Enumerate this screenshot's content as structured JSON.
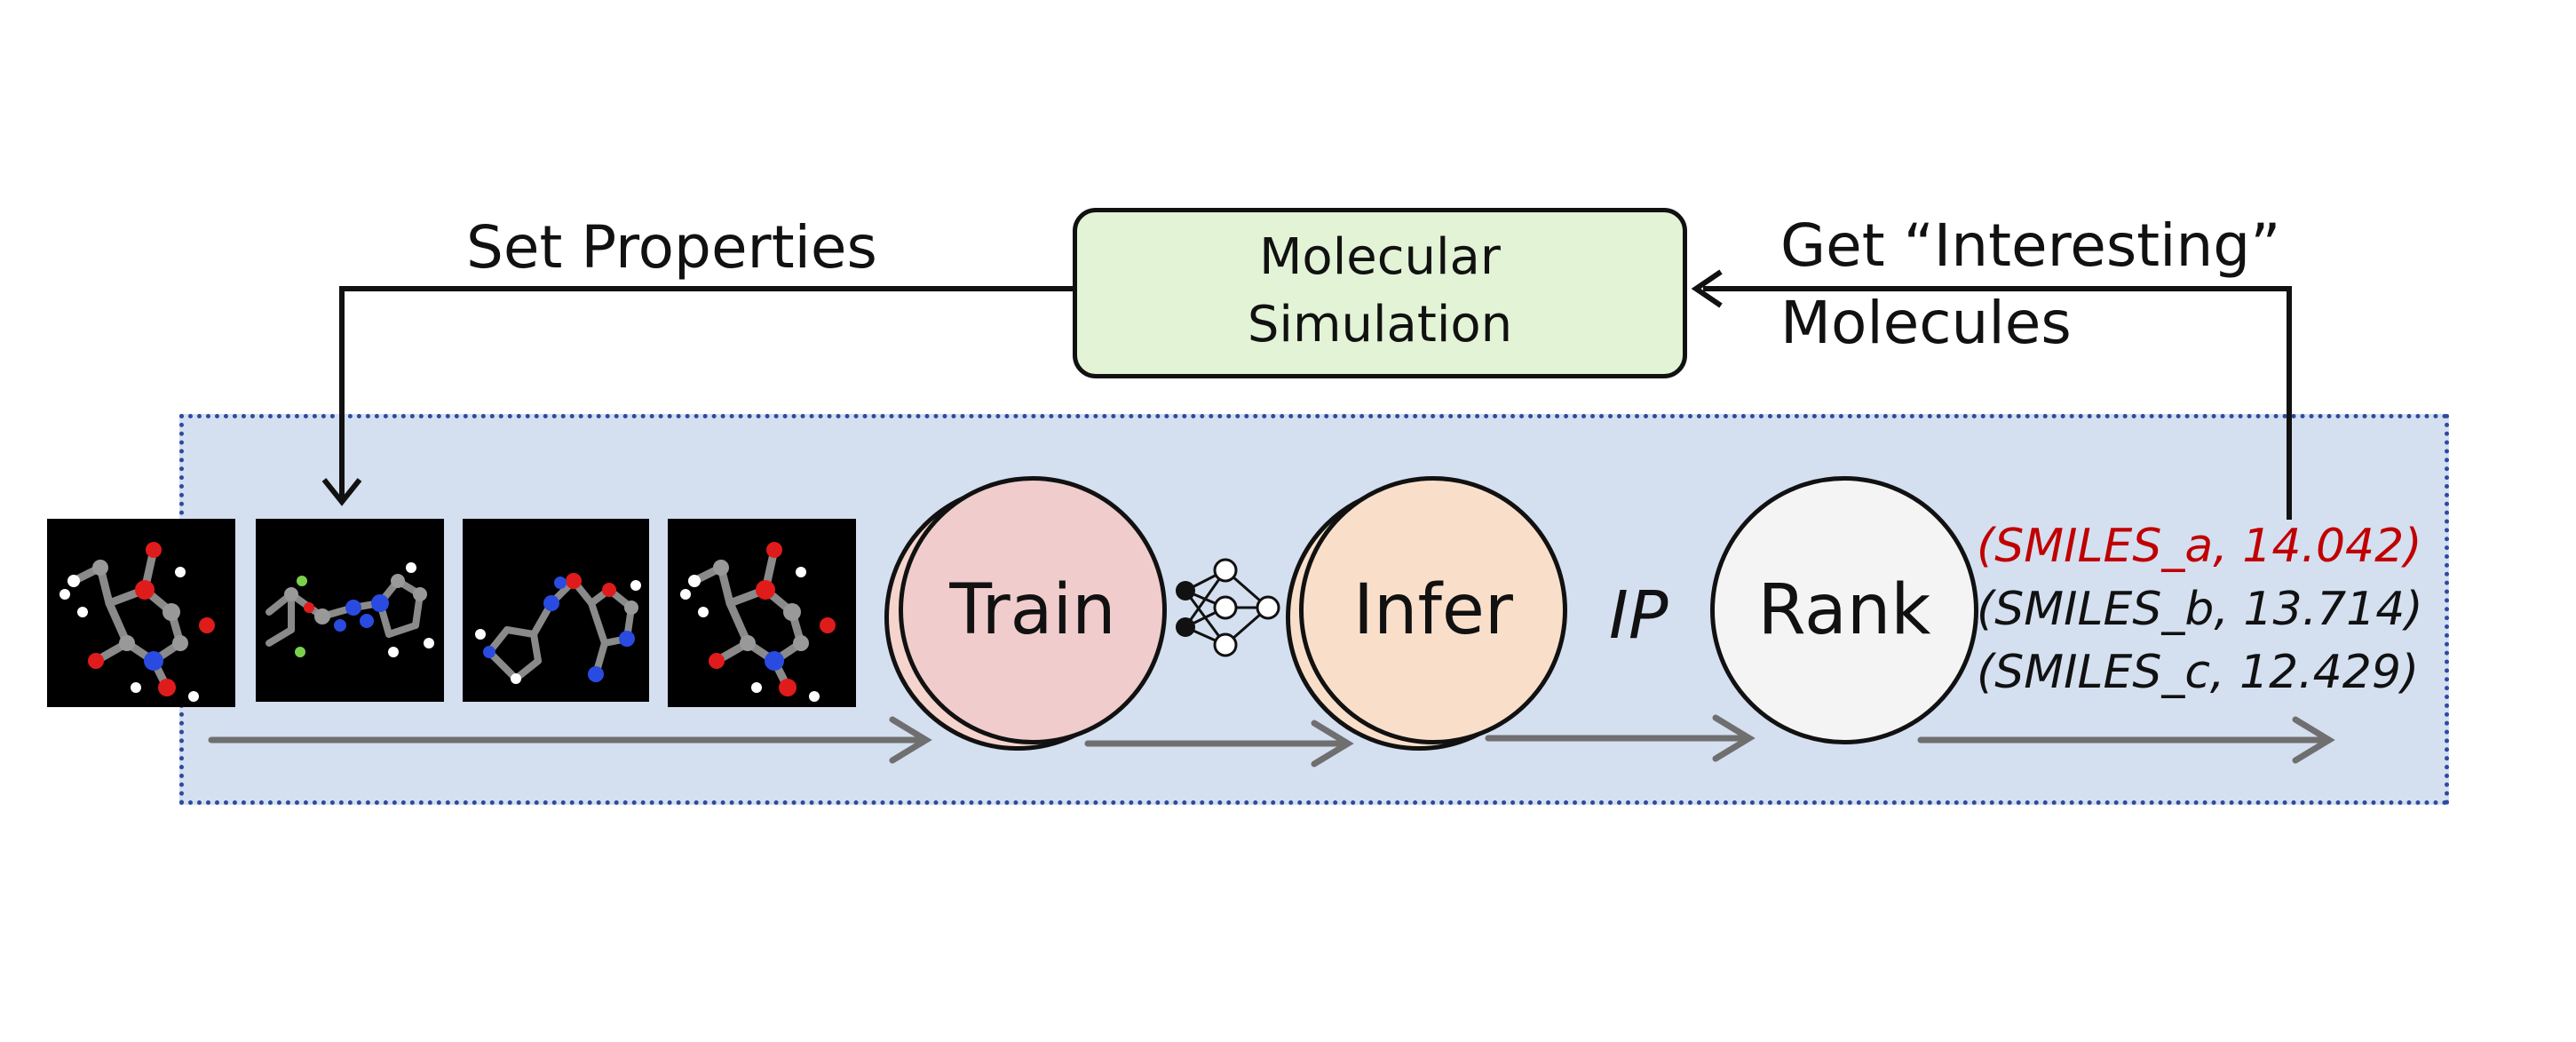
{
  "labels": {
    "set_properties": "Set Properties",
    "molecular_simulation_line1": "Molecular",
    "molecular_simulation_line2": "Simulation",
    "get_interesting_line1": "Get “Interesting”",
    "get_interesting_line2": "Molecules",
    "train": "Train",
    "infer": "Infer",
    "ip": "IP",
    "rank": "Rank"
  },
  "results": [
    {
      "text": "(SMILES_a, 14.042)",
      "color": "#c00000"
    },
    {
      "text": "(SMILES_b, 13.714)",
      "color": "#111111"
    },
    {
      "text": "(SMILES_c, 12.429)",
      "color": "#111111"
    }
  ],
  "colors": {
    "panel_fill": "#d4dff0",
    "panel_border": "#2e4a9e",
    "sim_box_fill": "#e2f3d6",
    "train_fill": "#f0cccc",
    "train_back_fill": "#f5d4cd",
    "infer_fill": "#f9dfca",
    "infer_back_fill": "#f9dfca",
    "rank_fill": "#f4f4f4",
    "arrow_gray": "#6f6f6f",
    "highlight_red": "#c00000"
  },
  "icons": {
    "molecules": [
      "molecule-thumbnail-1",
      "molecule-thumbnail-2",
      "molecule-thumbnail-3",
      "molecule-thumbnail-4"
    ],
    "network": "neural-network-icon"
  }
}
